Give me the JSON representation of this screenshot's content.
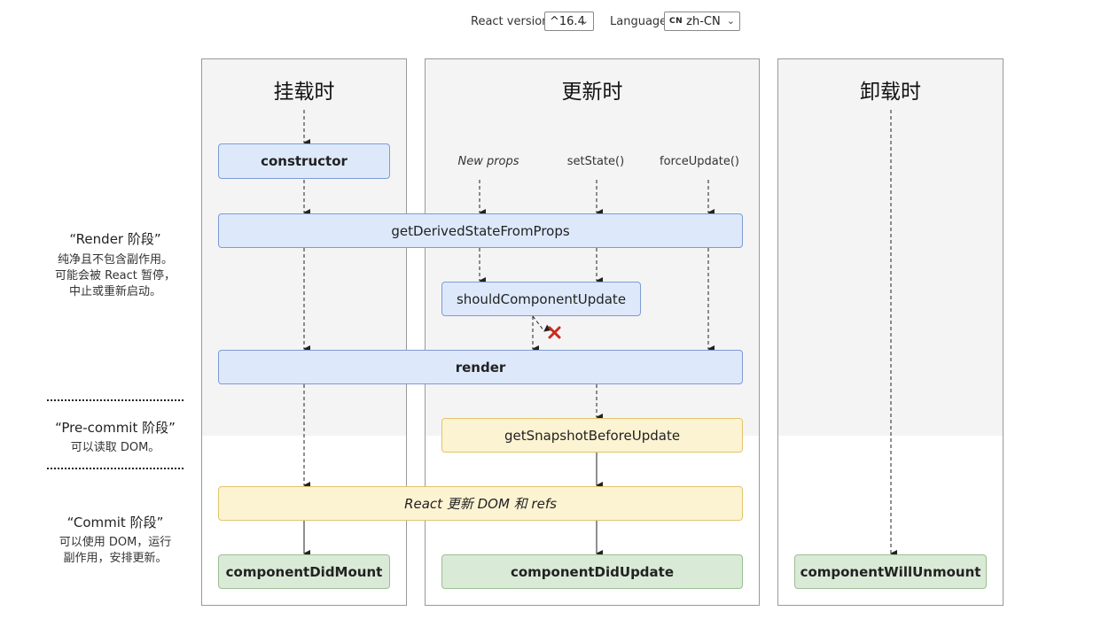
{
  "header": {
    "version_label": "React version",
    "version_value": "^16.4",
    "language_label": "Language",
    "language_flag": "CN",
    "language_value": "zh-CN"
  },
  "columns": {
    "mount": {
      "title": "挂载时"
    },
    "update": {
      "title": "更新时"
    },
    "unmount": {
      "title": "卸载时"
    }
  },
  "triggers": {
    "new_props": "New props",
    "set_state": "setState()",
    "force_update": "forceUpdate()"
  },
  "methods": {
    "constructor": "constructor",
    "get_derived": "getDerivedStateFromProps",
    "should_update": "shouldComponentUpdate",
    "render": "render",
    "get_snapshot": "getSnapshotBeforeUpdate",
    "react_updates": "React 更新 DOM 和 refs",
    "did_mount": "componentDidMount",
    "did_update": "componentDidUpdate",
    "will_unmount": "componentWillUnmount"
  },
  "phases": {
    "render": {
      "title": "“Render 阶段”",
      "desc_lines": [
        "纯净且不包含副作用。",
        "可能会被 React 暂停，",
        "中止或重新启动。"
      ]
    },
    "precommit": {
      "title": "“Pre-commit 阶段”",
      "desc_lines": [
        "可以读取 DOM。"
      ]
    },
    "commit": {
      "title": "“Commit 阶段”",
      "desc_lines": [
        "可以使用 DOM，运行",
        "副作用，安排更新。"
      ]
    }
  },
  "colors": {
    "render_box": "#dde9fb",
    "precommit_box": "#fcf3d2",
    "commit_box": "#d9ead6",
    "cancel_mark": "#cc2a1e"
  }
}
